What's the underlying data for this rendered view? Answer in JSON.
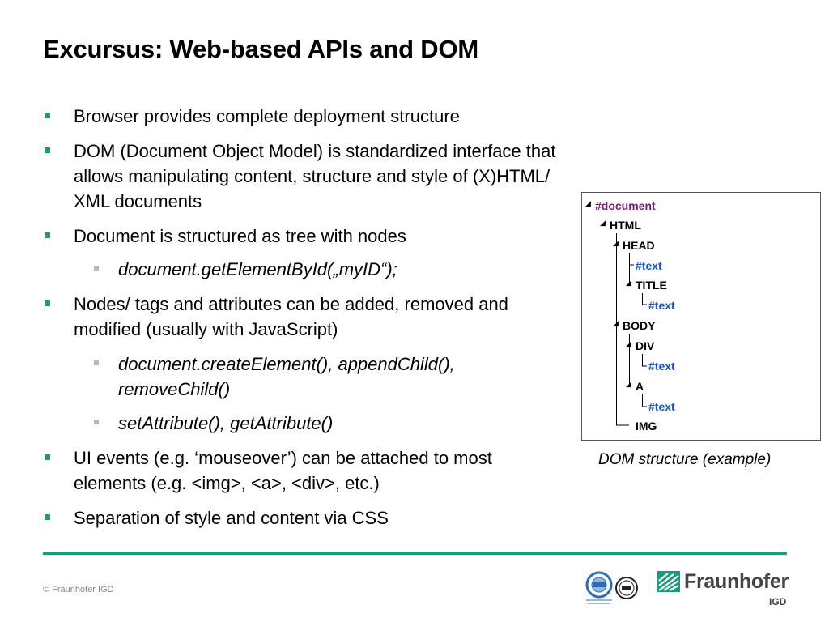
{
  "slide": {
    "title": "Excursus: Web-based APIs and DOM"
  },
  "bullets": [
    {
      "level": 1,
      "text": "Browser provides complete deployment structure"
    },
    {
      "level": 1,
      "text": "DOM (Document Object Model) is standardized interface that allows manipulating content, structure and style of (X)HTML/ XML documents"
    },
    {
      "level": 1,
      "text": "Document is structured as tree with nodes"
    },
    {
      "level": 2,
      "text": "document.getElementById(„myID“);"
    },
    {
      "level": 1,
      "text": "Nodes/ tags and attributes can be added, removed and modified (usually with JavaScript)"
    },
    {
      "level": 2,
      "text": "document.createElement(), appendChild(), removeChild()"
    },
    {
      "level": 2,
      "text": "setAttribute(), getAttribute()"
    },
    {
      "level": 1,
      "text": "UI events (e.g. ‘mouseover’) can be attached to most elements (e.g. <img>, <a>, <div>, etc.)"
    },
    {
      "level": 1,
      "text": "Separation of style and content via CSS"
    }
  ],
  "dom_tree": {
    "nodes": [
      {
        "label": "#document",
        "kind": "doc"
      },
      {
        "label": "HTML",
        "kind": "el"
      },
      {
        "label": "HEAD",
        "kind": "el"
      },
      {
        "label": "#text",
        "kind": "text"
      },
      {
        "label": "TITLE",
        "kind": "el"
      },
      {
        "label": "#text",
        "kind": "text"
      },
      {
        "label": "BODY",
        "kind": "el"
      },
      {
        "label": "DIV",
        "kind": "el"
      },
      {
        "label": "#text",
        "kind": "text"
      },
      {
        "label": "A",
        "kind": "el"
      },
      {
        "label": "#text",
        "kind": "text"
      },
      {
        "label": "IMG",
        "kind": "el"
      }
    ],
    "caption": "DOM structure (example)"
  },
  "footer": {
    "copyright": "© Fraunhofer IGD",
    "brand": "Fraunhofer",
    "brand_sub": "IGD"
  },
  "colors": {
    "accent": "#179c7d",
    "doc_node": "#7b1a75",
    "text_node": "#1b55c4"
  }
}
